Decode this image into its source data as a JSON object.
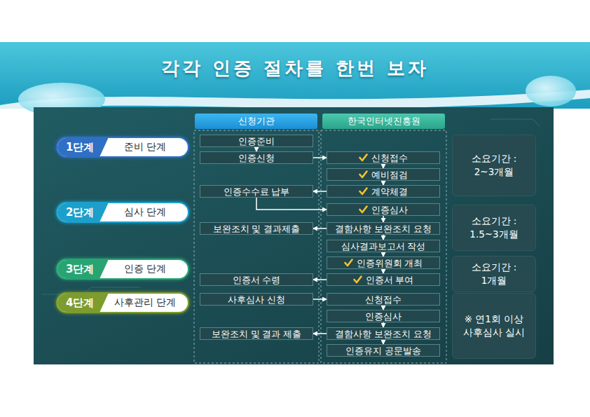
{
  "diagram": {
    "title": "각각 인증 절차를 한번 보자",
    "nodes": [
      {
        "text": [
          "신청기관"
        ]
      },
      {
        "text": [
          "한국인터넷진흥원"
        ]
      },
      {
        "text": [
          "1단계",
          "준비 단계"
        ]
      },
      {
        "text": [
          "인증준비"
        ]
      },
      {
        "text": [
          "인증신청"
        ]
      },
      {
        "text": [
          "신청접수"
        ]
      },
      {
        "text": [
          "예비점검"
        ]
      },
      {
        "text": [
          "계약체결"
        ]
      },
      {
        "text": [
          "인증수수료 납부"
        ]
      },
      {
        "text": [
          "소요기간 : 2~3개월"
        ]
      },
      {
        "text": [
          "2단계",
          "심사 단계"
        ]
      },
      {
        "text": [
          "인증심사"
        ]
      },
      {
        "text": [
          "보완조치 및 결과제출"
        ]
      },
      {
        "text": [
          "결함사항 보완조치 요청"
        ]
      },
      {
        "text": [
          "소요기간 : 1.5~3개월"
        ]
      },
      {
        "text": [
          "심사결과보고서 작성"
        ]
      },
      {
        "text": [
          "3단계",
          "인증 단계"
        ]
      },
      {
        "text": [
          "인증위원회 개최"
        ]
      },
      {
        "text": [
          "소요기간 : 1개월"
        ]
      },
      {
        "text": [
          "인증서 수령"
        ]
      },
      {
        "text": [
          "인증서 부여"
        ]
      },
      {
        "text": [
          "4단계",
          "사후관리 단계"
        ]
      },
      {
        "text": [
          "사후심사 신청"
        ]
      },
      {
        "text": [
          "신청접수"
        ]
      },
      {
        "text": [
          "※ 연1회 이상 사후심사 실시"
        ]
      },
      {
        "text": [
          "인증심사"
        ]
      },
      {
        "text": [
          "보완조치 및 결과 제출"
        ]
      },
      {
        "text": [
          "결함사항 보완조치 요청"
        ]
      },
      {
        "text": [
          "인증유지 공문발송"
        ]
      }
    ],
    "edges": [
      {
        "from": 3,
        "to": 4,
        "arrow": "to"
      },
      {
        "from": 4,
        "to": 5,
        "arrow": "to"
      },
      {
        "from": 5,
        "to": 6,
        "arrow": "to"
      },
      {
        "from": 6,
        "to": 7,
        "arrow": "to"
      },
      {
        "from": 7,
        "to": 8,
        "arrow": "to"
      },
      {
        "from": 8,
        "to": 11,
        "arrow": "to"
      },
      {
        "from": 11,
        "to": 13,
        "arrow": "to"
      },
      {
        "from": 13,
        "to": 12,
        "arrow": "to"
      },
      {
        "from": 13,
        "to": 15,
        "arrow": "to"
      },
      {
        "from": 15,
        "to": 17,
        "arrow": "to"
      },
      {
        "from": 17,
        "to": 20,
        "arrow": "to"
      },
      {
        "from": 20,
        "to": 19,
        "arrow": "to"
      },
      {
        "from": 22,
        "to": 23,
        "arrow": "to"
      },
      {
        "from": 23,
        "to": 25,
        "arrow": "to"
      },
      {
        "from": 25,
        "to": 27,
        "arrow": "to"
      },
      {
        "from": 27,
        "to": 26,
        "arrow": "to"
      },
      {
        "from": 27,
        "to": 28,
        "arrow": "to"
      }
    ]
  }
}
